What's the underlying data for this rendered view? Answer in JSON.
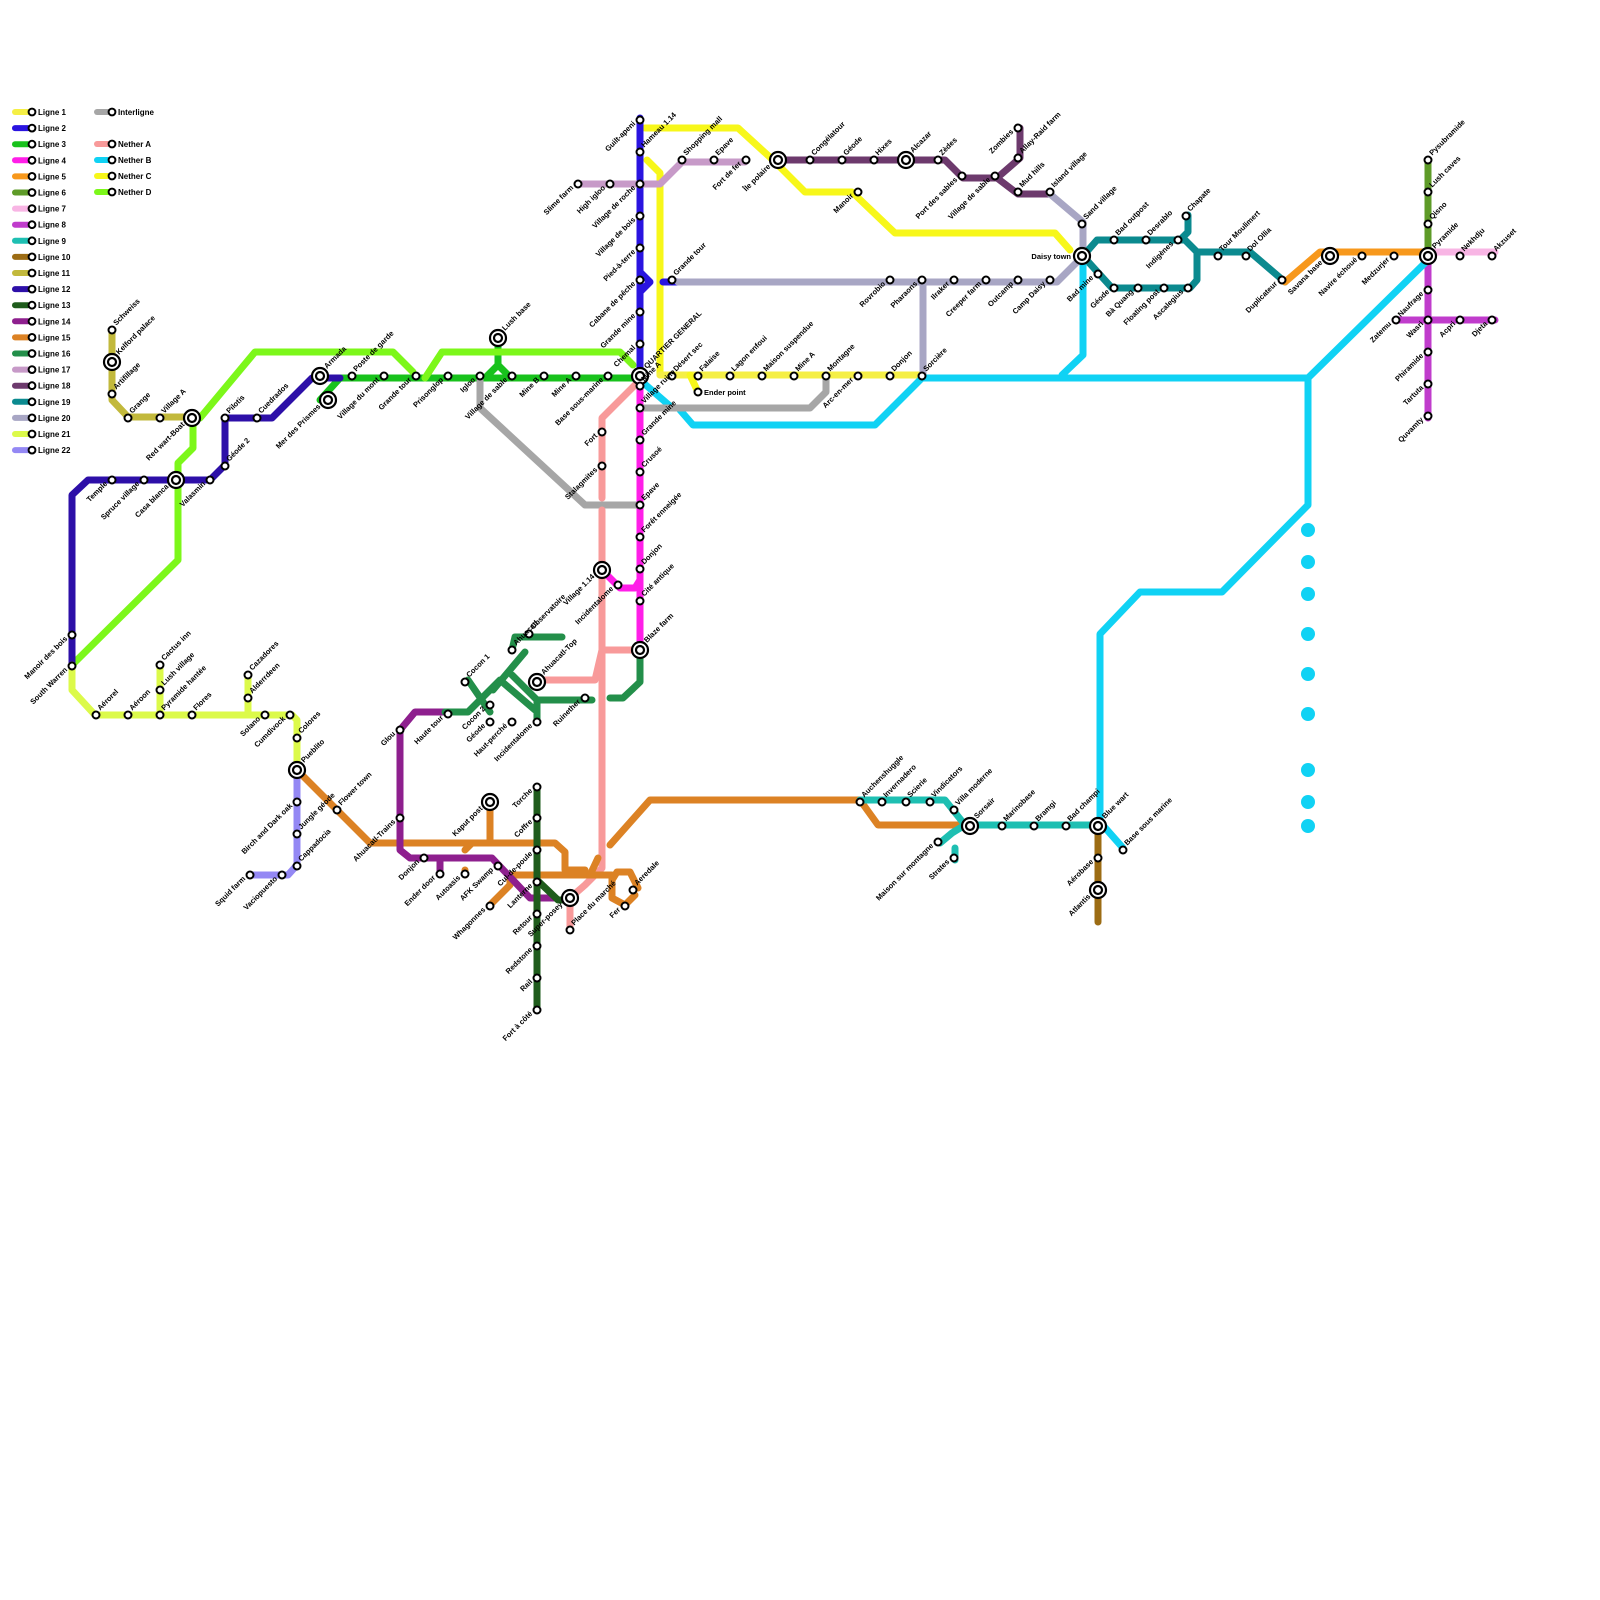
{
  "legend": [
    {
      "label": "Ligne 1",
      "color": "#f5ef45"
    },
    {
      "label": "Ligne 2",
      "color": "#2a14e0"
    },
    {
      "label": "Ligne 3",
      "color": "#18c21c"
    },
    {
      "label": "Ligne 4",
      "color": "#ff1ee8"
    },
    {
      "label": "Ligne 5",
      "color": "#f7981c"
    },
    {
      "label": "Ligne 6",
      "color": "#5e9b28"
    },
    {
      "label": "Ligne 7",
      "color": "#f8b5e4"
    },
    {
      "label": "Ligne 8",
      "color": "#c03ccc"
    },
    {
      "label": "Ligne 9",
      "color": "#1ebfb2"
    },
    {
      "label": "Ligne 10",
      "color": "#9c6c14"
    },
    {
      "label": "Ligne 11",
      "color": "#c2b93c"
    },
    {
      "label": "Ligne 12",
      "color": "#2d0fa8"
    },
    {
      "label": "Ligne 13",
      "color": "#1f5c1c"
    },
    {
      "label": "Ligne 14",
      "color": "#8e1f8e"
    },
    {
      "label": "Ligne 15",
      "color": "#dc8224"
    },
    {
      "label": "Ligne 16",
      "color": "#238f4a"
    },
    {
      "label": "Ligne 17",
      "color": "#c79ac8"
    },
    {
      "label": "Ligne 18",
      "color": "#6d3a6d"
    },
    {
      "label": "Ligne 19",
      "color": "#0b8a8f"
    },
    {
      "label": "Ligne 20",
      "color": "#a8a6c4"
    },
    {
      "label": "Ligne 21",
      "color": "#dcfa4a"
    },
    {
      "label": "Ligne 22",
      "color": "#9488f4"
    }
  ],
  "legend_special": [
    {
      "label": "Interligne",
      "color": "#a6a6a6"
    },
    {
      "label": "Nether A",
      "color": "#f89a9a"
    },
    {
      "label": "Nether B",
      "color": "#10d2f4"
    },
    {
      "label": "Nether C",
      "color": "#f7f71a"
    },
    {
      "label": "Nether D",
      "color": "#7cf71a"
    }
  ],
  "stations": [
    {
      "name": "Guilt-apeni"
    },
    {
      "name": "Hameau 1.14"
    },
    {
      "name": "Shopping mall"
    },
    {
      "name": "Epave"
    },
    {
      "name": "Fort de fer"
    },
    {
      "name": "Île polaire"
    },
    {
      "name": "Congélatour"
    },
    {
      "name": "Géode"
    },
    {
      "name": "Hixes"
    },
    {
      "name": "Alcazar"
    },
    {
      "name": "Zèdes"
    },
    {
      "name": "Zombies"
    },
    {
      "name": "Allay-Raid farm"
    },
    {
      "name": "Mud hills"
    },
    {
      "name": "Island village"
    },
    {
      "name": "Port des sables"
    },
    {
      "name": "Village de sable"
    },
    {
      "name": "Manoir"
    },
    {
      "name": "Sand village"
    },
    {
      "name": "Bad outpost"
    },
    {
      "name": "Desrablo"
    },
    {
      "name": "Chapate"
    },
    {
      "name": "Indigènes"
    },
    {
      "name": "Tour Moulimert"
    },
    {
      "name": "Dol Ollia"
    },
    {
      "name": "Daisy town"
    },
    {
      "name": "Bad mine"
    },
    {
      "name": "Géode"
    },
    {
      "name": "Bà Quang"
    },
    {
      "name": "Floating post"
    },
    {
      "name": "Ascalegius"
    },
    {
      "name": "Duplicateur"
    },
    {
      "name": "Savana base"
    },
    {
      "name": "Navire échoué"
    },
    {
      "name": "Medzurjer"
    },
    {
      "name": "Pyramide"
    },
    {
      "name": "Nekhdju"
    },
    {
      "name": "Akzuset"
    },
    {
      "name": "Pysubramide"
    },
    {
      "name": "Lush caves"
    },
    {
      "name": "Qisno"
    },
    {
      "name": "Zatemu"
    },
    {
      "name": "Naufrage"
    },
    {
      "name": "Wasri"
    },
    {
      "name": "Acpri"
    },
    {
      "name": "Djeta"
    },
    {
      "name": "Phiramide"
    },
    {
      "name": "Tartuta"
    },
    {
      "name": "Quvamty"
    },
    {
      "name": "Slime farm"
    },
    {
      "name": "High igloo"
    },
    {
      "name": "Village de roche"
    },
    {
      "name": "Village de bois"
    },
    {
      "name": "Pied-à-terre"
    },
    {
      "name": "Cabane de pêche"
    },
    {
      "name": "Grande tour"
    },
    {
      "name": "Grande mine"
    },
    {
      "name": "Chemal"
    },
    {
      "name": "QUARTIER GENERAL"
    },
    {
      "name": "Désert sec"
    },
    {
      "name": "Falaise"
    },
    {
      "name": "Ender point"
    },
    {
      "name": "Lagon enfoui"
    },
    {
      "name": "Maison suspendue"
    },
    {
      "name": "Mine A"
    },
    {
      "name": "Montagne"
    },
    {
      "name": "Arc-en-mer"
    },
    {
      "name": "Donjon"
    },
    {
      "name": "Sorcière"
    },
    {
      "name": "Rovrobio"
    },
    {
      "name": "Pharaons"
    },
    {
      "name": "Ilraker"
    },
    {
      "name": "Creeper farm"
    },
    {
      "name": "Outcamp"
    },
    {
      "name": "Camp Daisy"
    },
    {
      "name": "Schweiss"
    },
    {
      "name": "Kelford palace"
    },
    {
      "name": "Artifillage"
    },
    {
      "name": "Grange"
    },
    {
      "name": "Village A"
    },
    {
      "name": "Red wart-Boat"
    },
    {
      "name": "Pilotis"
    },
    {
      "name": "Cuedrados"
    },
    {
      "name": "Géode 2"
    },
    {
      "name": "Valasmin"
    },
    {
      "name": "Casa blanca"
    },
    {
      "name": "Spruce village"
    },
    {
      "name": "Temple"
    },
    {
      "name": "Armada"
    },
    {
      "name": "Mer des Prismes"
    },
    {
      "name": "Poste de garde"
    },
    {
      "name": "Village du mont"
    },
    {
      "name": "Grande tour"
    },
    {
      "name": "Prisonglop"
    },
    {
      "name": "Igloo"
    },
    {
      "name": "Lush base"
    },
    {
      "name": "Village de sable"
    },
    {
      "name": "Mine B"
    },
    {
      "name": "Mine A"
    },
    {
      "name": "Base sous-marine"
    },
    {
      "name": "Mine A"
    },
    {
      "name": "Village ruine"
    },
    {
      "name": "Grande mine"
    },
    {
      "name": "Crusoé"
    },
    {
      "name": "Epave"
    },
    {
      "name": "Forêt enneigée"
    },
    {
      "name": "Donjon"
    },
    {
      "name": "Cité antique"
    },
    {
      "name": "Blaze farm"
    },
    {
      "name": "Fort"
    },
    {
      "name": "Stalagmites"
    },
    {
      "name": "Village 1.14"
    },
    {
      "name": "Incidentalome"
    },
    {
      "name": "Manoir des bois"
    },
    {
      "name": "South Warren"
    },
    {
      "name": "Aérorel"
    },
    {
      "name": "Aéroon"
    },
    {
      "name": "Cactus inn"
    },
    {
      "name": "Lush village"
    },
    {
      "name": "Pyramide hantée"
    },
    {
      "name": "Flores"
    },
    {
      "name": "Cazadores"
    },
    {
      "name": "Alderrdeen"
    },
    {
      "name": "Solano"
    },
    {
      "name": "Cumdivock"
    },
    {
      "name": "Colores"
    },
    {
      "name": "Pueblito"
    },
    {
      "name": "Birch and Dark oak"
    },
    {
      "name": "Jungle géode"
    },
    {
      "name": "Cappadocia"
    },
    {
      "name": "Squid farm"
    },
    {
      "name": "Vaciopuesto"
    },
    {
      "name": "Flower town"
    },
    {
      "name": "Glou"
    },
    {
      "name": "Ahuacatl-Trains"
    },
    {
      "name": "Haute tour"
    },
    {
      "name": "Cocon 1"
    },
    {
      "name": "Cocon 2"
    },
    {
      "name": "Observatoire"
    },
    {
      "name": "Ahuacatl"
    },
    {
      "name": "Ahuacatl-Top"
    },
    {
      "name": "Géode"
    },
    {
      "name": "Haut-perché"
    },
    {
      "name": "Incidentalome"
    },
    {
      "name": "Ruinether"
    },
    {
      "name": "Donjon"
    },
    {
      "name": "Ender door"
    },
    {
      "name": "Autoasis"
    },
    {
      "name": "Kaput post"
    },
    {
      "name": "AFK Swamp"
    },
    {
      "name": "Whagonnes"
    },
    {
      "name": "Torche"
    },
    {
      "name": "Coffre"
    },
    {
      "name": "Cul-de-poule"
    },
    {
      "name": "Lanterne"
    },
    {
      "name": "Retour"
    },
    {
      "name": "Super-posey"
    },
    {
      "name": "Redstone"
    },
    {
      "name": "Rail"
    },
    {
      "name": "Fort à côté"
    },
    {
      "name": "Place du marché"
    },
    {
      "name": "Fer"
    },
    {
      "name": "Aeredale"
    },
    {
      "name": "Auchenshuggle"
    },
    {
      "name": "Invernadero"
    },
    {
      "name": "Scierie"
    },
    {
      "name": "Vindicators"
    },
    {
      "name": "Villa moderne"
    },
    {
      "name": "Sorsair"
    },
    {
      "name": "Marinobase"
    },
    {
      "name": "Bramgi"
    },
    {
      "name": "Bad champi"
    },
    {
      "name": "Blue wart"
    },
    {
      "name": "Base sous marine"
    },
    {
      "name": "Maison sur montagne"
    },
    {
      "name": "Strates"
    },
    {
      "name": "Aérobase"
    },
    {
      "name": "Atlantis"
    }
  ]
}
